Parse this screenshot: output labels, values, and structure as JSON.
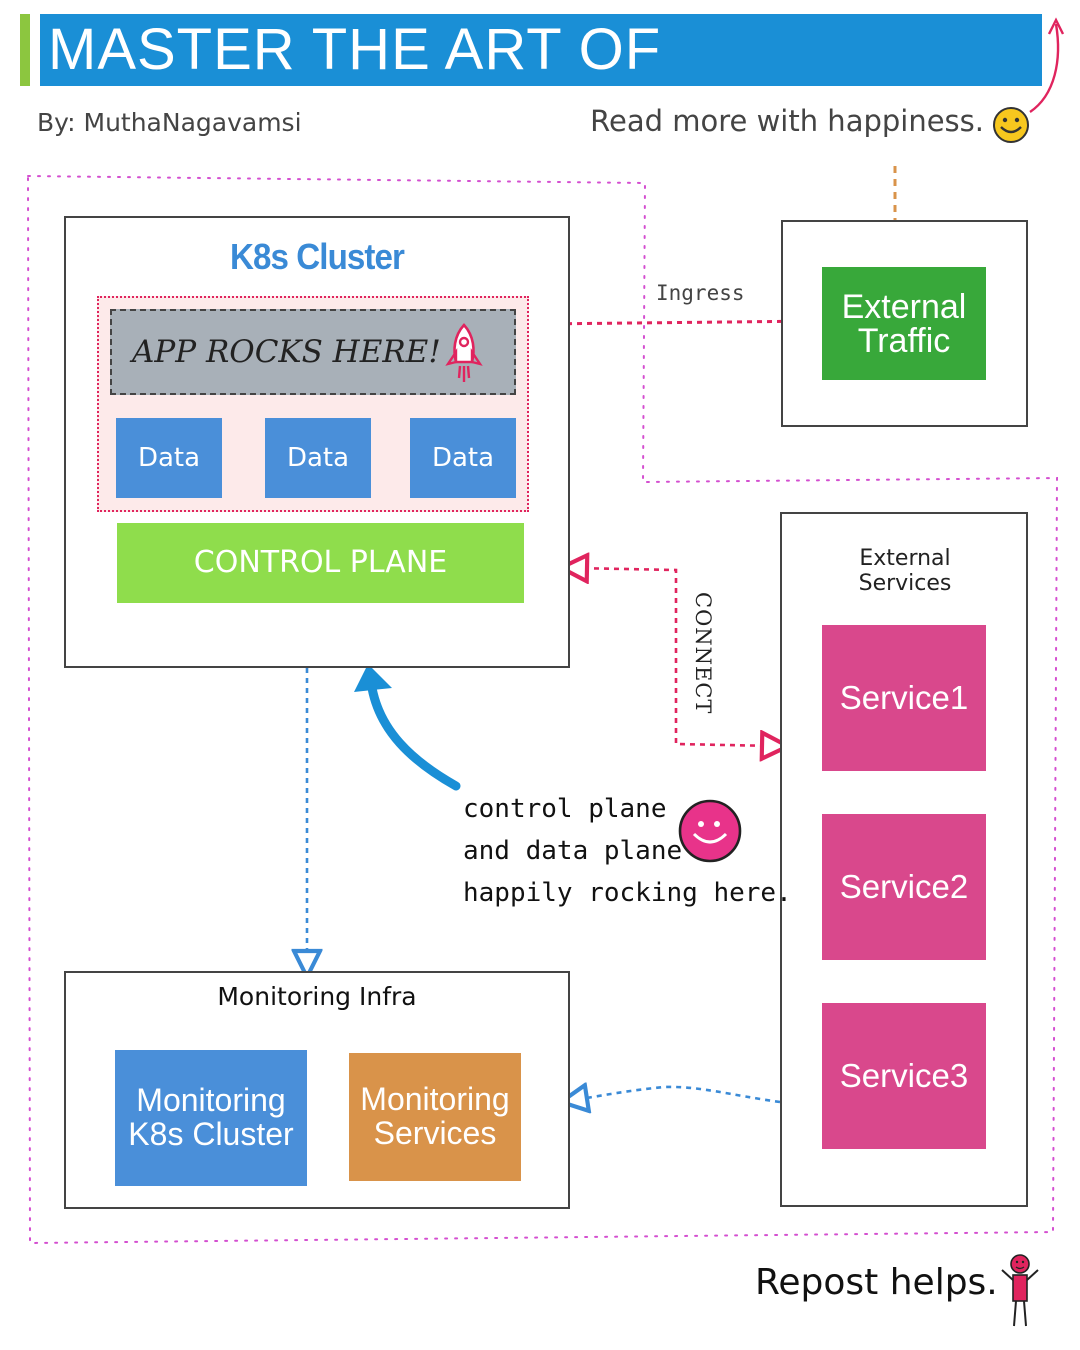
{
  "header": {
    "title": "MASTER THE ART OF KUBERNETES",
    "byline": "By: MuthaNagavamsi",
    "tagline": "Read more with happiness."
  },
  "cluster": {
    "title": "K8s Cluster",
    "app_label": "APP ROCKS HERE!",
    "data_boxes": [
      "Data",
      "Data",
      "Data"
    ],
    "control_plane": "CONTROL PLANE"
  },
  "external_traffic": {
    "label": "External\nTraffic",
    "ingress_label": "Ingress"
  },
  "external_services": {
    "title": "External\nServices",
    "services": [
      "Service1",
      "Service2",
      "Service3"
    ],
    "connect_label": "CONNECT"
  },
  "annotation": {
    "text": "control plane\nand data plane\nhappily rocking here."
  },
  "monitoring": {
    "title": "Monitoring Infra",
    "k8s_cluster": "Monitoring\nK8s Cluster",
    "services": "Monitoring\nServices"
  },
  "footer": {
    "repost": "Repost helps."
  },
  "colors": {
    "title_bg": "#1a8fd6",
    "accent": "#8cc63f",
    "data_blue": "#4a8fd9",
    "control_green": "#8fdd4c",
    "traffic_green": "#38a83a",
    "service_pink": "#d9488c",
    "monitoring_orange": "#d9934a",
    "arrow_red": "#e0245e",
    "arrow_blue": "#3a8ad6",
    "arrow_orange": "#d9934a",
    "border_magenta": "#d44fd0"
  },
  "icons": [
    "rocket-icon",
    "smiley-icon",
    "stick-figure-icon"
  ]
}
